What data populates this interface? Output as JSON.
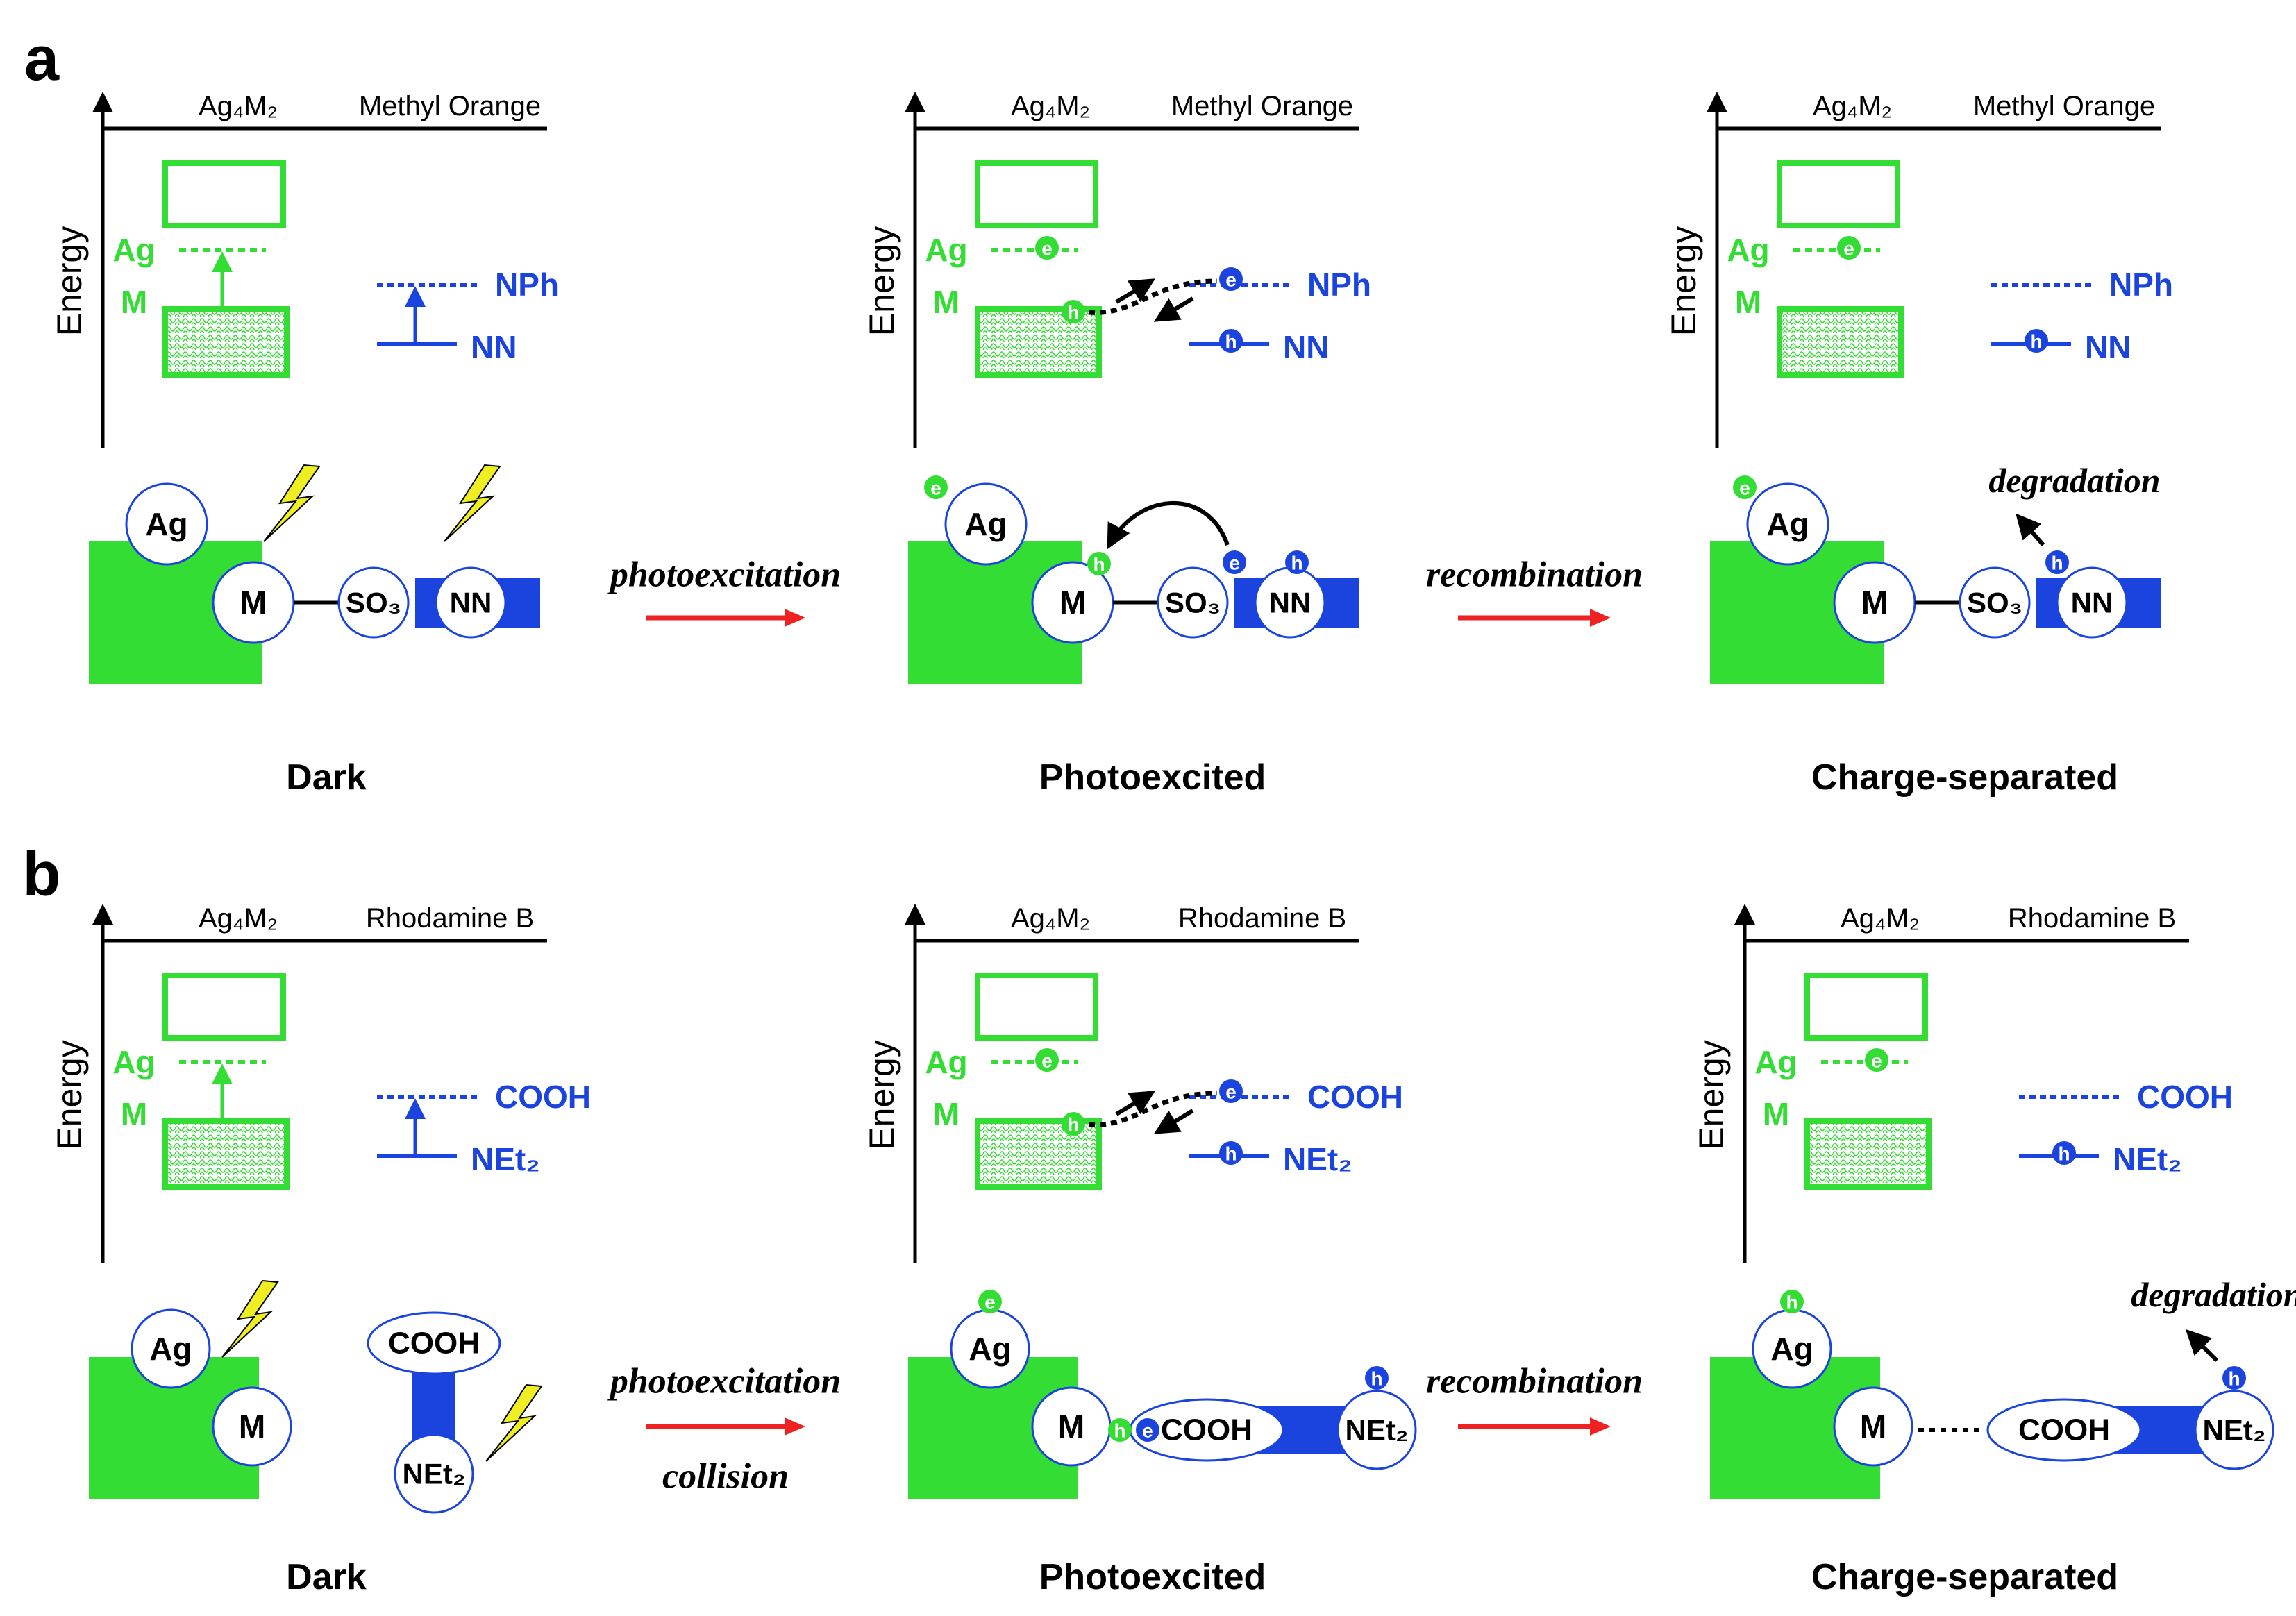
{
  "colors": {
    "green": "#33dd33",
    "blue": "#1a44dd",
    "red": "#ee2222",
    "bolt": "#eeee22",
    "black": "#000000"
  },
  "panels": [
    {
      "label": "a",
      "states": [
        "Dark",
        "Photoexcited",
        "Charge-separated"
      ],
      "arrows": [
        [
          "photoexcitation"
        ],
        [
          "recombination"
        ]
      ],
      "energy": {
        "axis_label": "Energy",
        "left_title": "Ag₄M₂",
        "right_title": "Methyl Orange",
        "ag": "Ag",
        "m": "M",
        "upper": "NPh",
        "lower": "NN"
      },
      "mol": {
        "ag": "Ag",
        "m": "M",
        "linker": "SO₃",
        "end": "NN"
      },
      "annotation": "degradation",
      "carriers": {
        "e": "e",
        "h": "h"
      }
    },
    {
      "label": "b",
      "states": [
        "Dark",
        "Photoexcited",
        "Charge-separated"
      ],
      "arrows": [
        [
          "photoexcitation",
          "collision"
        ],
        [
          "recombination"
        ]
      ],
      "energy": {
        "axis_label": "Energy",
        "left_title": "Ag₄M₂",
        "right_title": "Rhodamine B",
        "ag": "Ag",
        "m": "M",
        "upper": "COOH",
        "lower": "NEt₂"
      },
      "mol": {
        "ag": "Ag",
        "m": "M",
        "head": "COOH",
        "end": "NEt₂"
      },
      "annotation": "degradation",
      "carriers": {
        "e": "e",
        "h": "h"
      }
    }
  ]
}
